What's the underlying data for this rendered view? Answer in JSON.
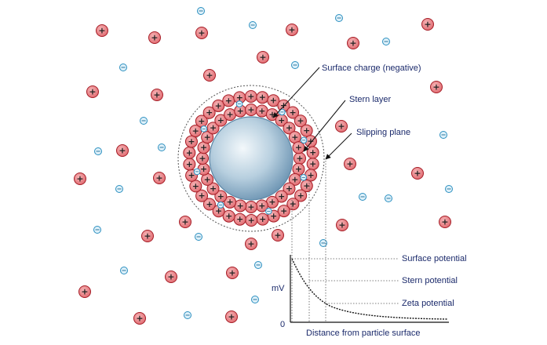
{
  "labels": {
    "surface_charge": "Surface charge (negative)",
    "stern_layer": "Stern layer",
    "slipping_plane": "Slipping plane"
  },
  "graph": {
    "y_axis_label": "mV",
    "origin_label": "0",
    "x_axis_label": "Distance from particle surface",
    "levels": [
      "Surface potential",
      "Stern potential",
      "Zeta potential"
    ]
  },
  "ion_symbols": {
    "positive": "+",
    "negative": "−"
  },
  "colors": {
    "cation_fill": "#e8767a",
    "cation_stroke": "#a61d26",
    "anion_fill": "#dff1fa",
    "anion_stroke": "#2b8fc0",
    "particle_edge": "#6f96b4",
    "label_text": "#1b2a6b"
  }
}
